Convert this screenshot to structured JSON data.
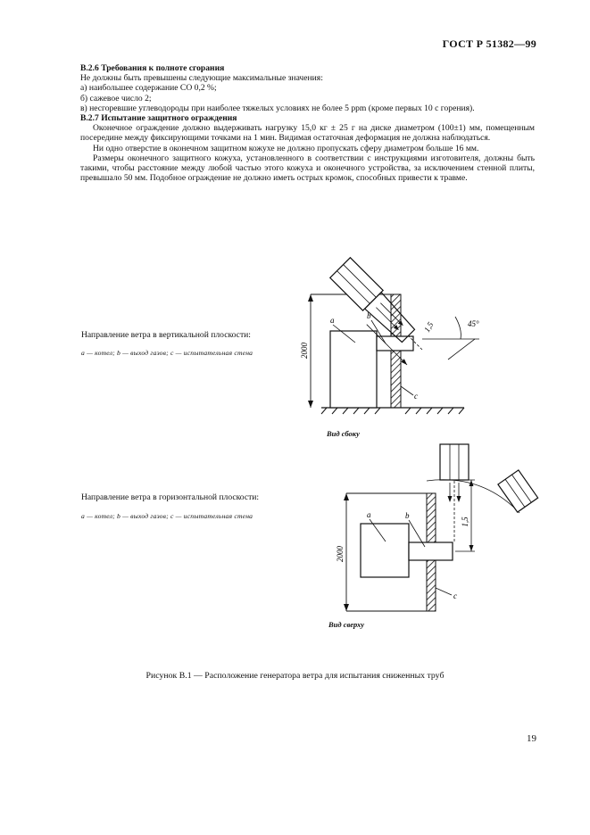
{
  "header": {
    "doc_code": "ГОСТ Р 51382—99"
  },
  "section_b26": {
    "heading": "В.2.6  Требования к полноте сгорания",
    "intro": "Не должны быть превышены следующие максимальные значения:",
    "item_a": "а)  наибольшее содержание  СО 0,2 %;",
    "item_b": "б)  сажевое число 2;",
    "item_c": "в)  несгоревшие углеводороды при наиболее тяжелых условиях не более 5 ppm (кроме первых 10 с горения)."
  },
  "section_b27": {
    "heading": "В.2.7  Испытание защитного ограждения",
    "p1": "Оконечное ограждение должно выдерживать нагрузку 15,0 кг ± 25 г на диске диаметром (100±1) мм, помещенным посередине между фиксирующими точками на 1 мин. Видимая остаточная деформация не должна наблюдаться.",
    "p2": "Ни одно отверстие в оконечном защитном кожухе не должно пропускать сферу диаметром больше 16 мм.",
    "p3": "Размеры оконечного защитного кожуха, установленного в соответствии с инструкциями изготовителя, должны быть такими, чтобы расстояние между любой частью этого кожуха и оконечного устройства, за исключением стенной плиты, превышало 50 мм. Подобное ограждение не должно иметь острых кромок, способных привести к травме."
  },
  "figure_vertical": {
    "title": "Направление ветра в вертикальной плоскости:",
    "legend": "а — котел; b — выход газов; с — испытательная стена",
    "label_a": "a",
    "label_b": "b",
    "label_c": "c",
    "dim_height": "2000",
    "dim_distance": "1,5",
    "angle": "45°",
    "view_label": "Вид сбоку"
  },
  "figure_horizontal": {
    "title": "Направление ветра в горизонтальной плоскости:",
    "legend": "а — котел; b — выход газов; с — испытательная стена",
    "label_a": "a",
    "label_b": "b",
    "label_c": "c",
    "dim_height": "2000",
    "dim_distance": "1,5",
    "view_label": "Вид сверху"
  },
  "caption": "Рисунок В.1 — Расположение генератора ветра для испытания сниженных труб",
  "page_number": "19"
}
